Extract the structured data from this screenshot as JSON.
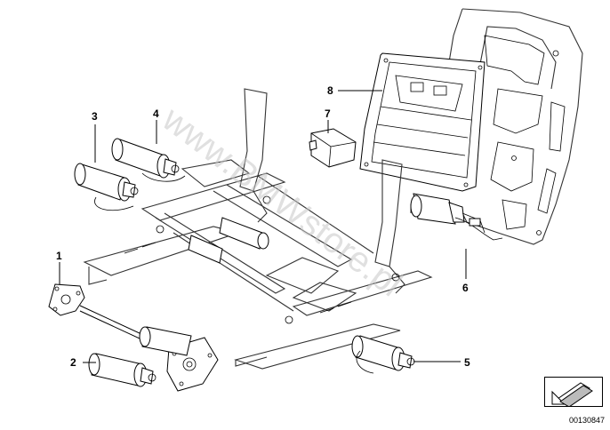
{
  "labels": {
    "p1": "1",
    "p2": "2",
    "p3": "3",
    "p4": "4",
    "p5": "5",
    "p6": "6",
    "p7": "7",
    "p8": "8"
  },
  "watermark": "www.BMWstore.pl",
  "diagram_number": "00130847",
  "colors": {
    "line": "#000000",
    "watermark": "#c8c8c8",
    "fill": "#ffffff"
  }
}
